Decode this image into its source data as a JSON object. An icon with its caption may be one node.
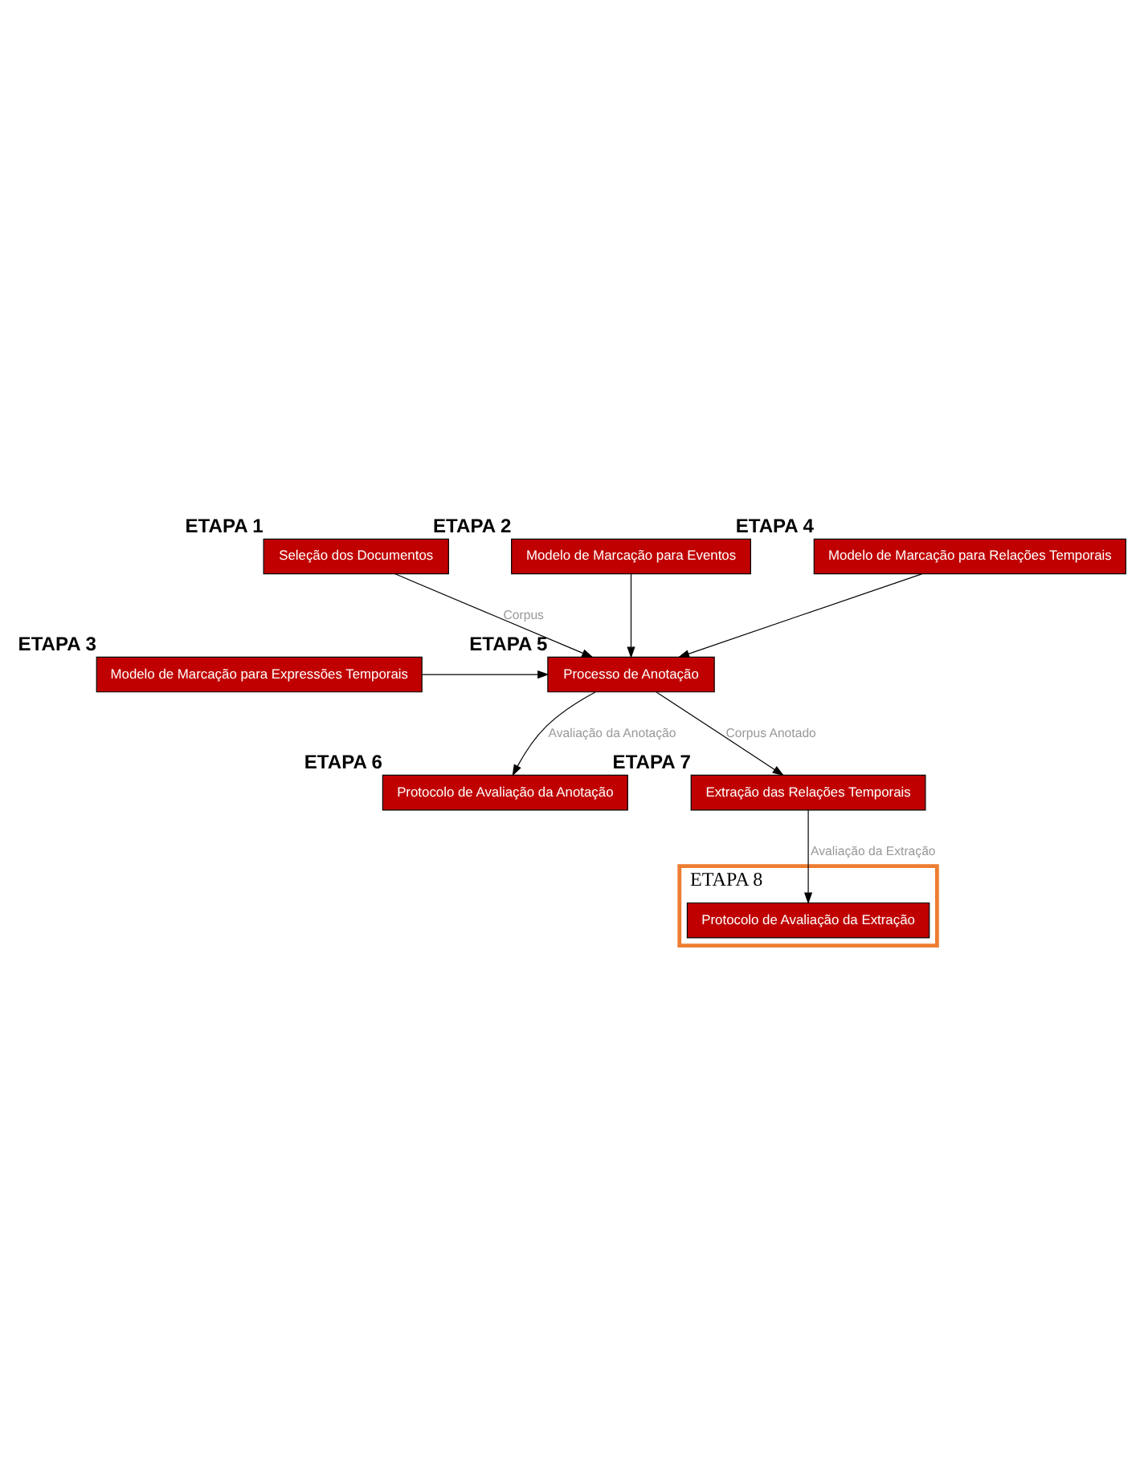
{
  "diagram": {
    "nodes": [
      {
        "text": [
          "Seleção dos Documentos"
        ],
        "beside": [
          "ETAPA 1"
        ]
      },
      {
        "text": [
          "Modelo de Marcação para Eventos"
        ],
        "beside": [
          "ETAPA 2"
        ]
      },
      {
        "text": [
          "Processo de Anotação"
        ],
        "beside": [
          "ETAPA 5"
        ]
      },
      {
        "text": [
          "Modelo de Marcação para Expressões Temporais"
        ],
        "beside": [
          "ETAPA 3"
        ]
      },
      {
        "text": [
          "Modelo de Marcação para Relações Temporais"
        ],
        "beside": [
          "ETAPA 4"
        ]
      },
      {
        "text": [
          "Protocolo de Avaliação da Anotação"
        ],
        "beside": [
          "ETAPA 6"
        ]
      },
      {
        "text": [
          "Extração das Relações Temporais"
        ],
        "beside": [
          "ETAPA 7"
        ]
      },
      {
        "text": [
          "ETAPA 8"
        ]
      },
      {
        "text": [
          "Protocolo de Avaliação da Extração"
        ],
        "in": 7
      }
    ],
    "edges": [
      {
        "from": 0,
        "to": 2,
        "arrow": "to",
        "label": "Corpus"
      },
      {
        "from": 1,
        "to": 2,
        "arrow": "to"
      },
      {
        "from": 3,
        "to": 2,
        "arrow": "to"
      },
      {
        "from": 4,
        "to": 2,
        "arrow": "to"
      },
      {
        "from": 2,
        "to": 5,
        "arrow": "to",
        "label": "Avaliação da Anotação"
      },
      {
        "from": 2,
        "to": 6,
        "arrow": "to",
        "label": "Corpus Anotado"
      },
      {
        "from": 6,
        "to": 8,
        "arrow": "to",
        "label": "Avaliação da Extração"
      }
    ]
  }
}
